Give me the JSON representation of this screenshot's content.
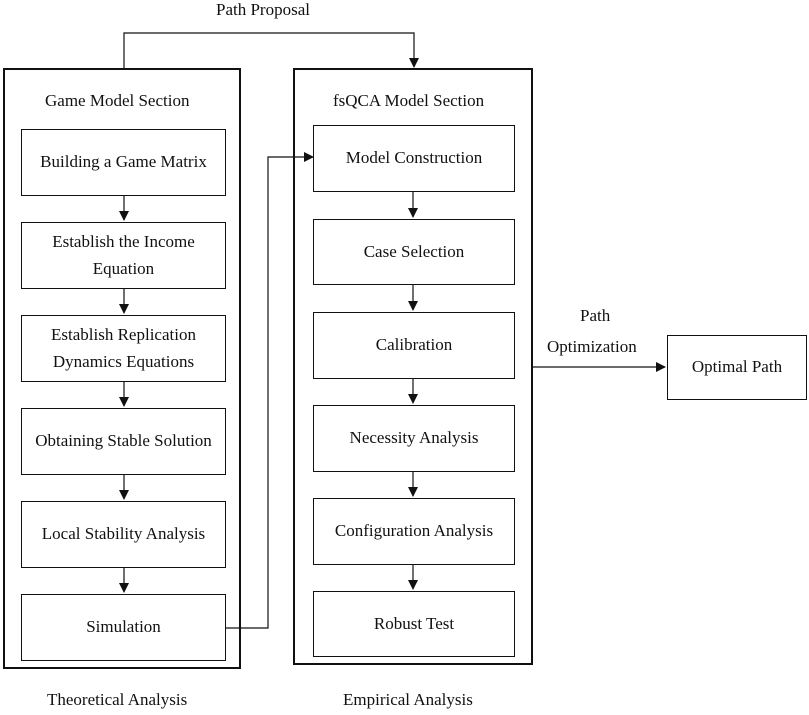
{
  "diagram": {
    "top_label": "Path Proposal",
    "game_section": {
      "title": "Game Model Section",
      "steps": [
        "Building a Game Matrix",
        "Establish the Income Equation",
        "Establish Replication Dynamics Equations",
        "Obtaining Stable Solution",
        "Local Stability Analysis",
        "Simulation"
      ],
      "footer": "Theoretical Analysis"
    },
    "fsqca_section": {
      "title": "fsQCA Model Section",
      "steps": [
        "Model Construction",
        "Case Selection",
        "Calibration",
        "Necessity Analysis",
        "Configuration Analysis",
        "Robust Test"
      ],
      "footer": "Empirical Analysis"
    },
    "optimization_label": [
      "Path",
      "Optimization"
    ],
    "result": "Optimal Path"
  }
}
